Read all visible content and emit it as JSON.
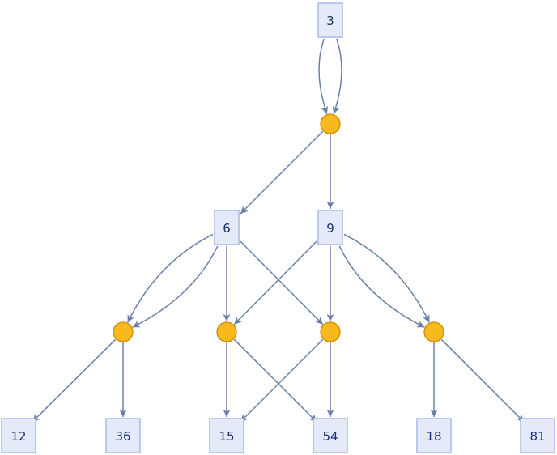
{
  "diagram": {
    "type": "directed-graph",
    "colors": {
      "edge": "#6a80a6",
      "value_node_fill": "#e4eaf8",
      "value_node_stroke": "#a7baea",
      "op_node_fill": "#f8b91c",
      "op_node_stroke": "#d08a0a",
      "label": "#1a2f6e"
    },
    "value_nodes": [
      {
        "id": "v3",
        "label": "3"
      },
      {
        "id": "v6",
        "label": "6"
      },
      {
        "id": "v9",
        "label": "9"
      },
      {
        "id": "v12",
        "label": "12"
      },
      {
        "id": "v36",
        "label": "36"
      },
      {
        "id": "v15",
        "label": "15"
      },
      {
        "id": "v54",
        "label": "54"
      },
      {
        "id": "v18",
        "label": "18"
      },
      {
        "id": "v81",
        "label": "81"
      }
    ],
    "op_nodes": [
      {
        "id": "o1"
      },
      {
        "id": "o2"
      },
      {
        "id": "o3"
      },
      {
        "id": "o4"
      },
      {
        "id": "o5"
      }
    ],
    "edges": [
      {
        "from": "v3",
        "to": "o1",
        "curve": "left"
      },
      {
        "from": "v3",
        "to": "o1",
        "curve": "right"
      },
      {
        "from": "o1",
        "to": "v6"
      },
      {
        "from": "o1",
        "to": "v9"
      },
      {
        "from": "v6",
        "to": "o2",
        "curve": "left"
      },
      {
        "from": "v6",
        "to": "o2",
        "curve": "right"
      },
      {
        "from": "v6",
        "to": "o3"
      },
      {
        "from": "v6",
        "to": "o4"
      },
      {
        "from": "v9",
        "to": "o3"
      },
      {
        "from": "v9",
        "to": "o4"
      },
      {
        "from": "v9",
        "to": "o5",
        "curve": "left"
      },
      {
        "from": "v9",
        "to": "o5",
        "curve": "right"
      },
      {
        "from": "o2",
        "to": "v12"
      },
      {
        "from": "o2",
        "to": "v36"
      },
      {
        "from": "o3",
        "to": "v15"
      },
      {
        "from": "o3",
        "to": "v54"
      },
      {
        "from": "o4",
        "to": "v15"
      },
      {
        "from": "o4",
        "to": "v54"
      },
      {
        "from": "o5",
        "to": "v18"
      },
      {
        "from": "o5",
        "to": "v81"
      }
    ]
  }
}
